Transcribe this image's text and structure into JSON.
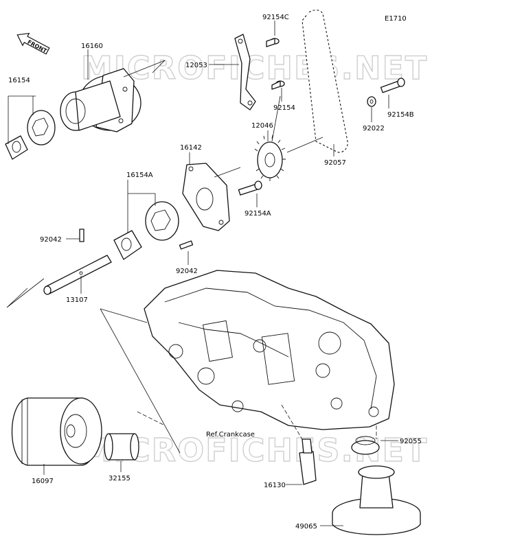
{
  "diagram_code": "E1710",
  "front_label": "FRONT",
  "watermark": "MICROFICHES.NET",
  "reference_label": "Ref.Crankcase",
  "part_labels": {
    "p16160": "16160",
    "p16154": "16154",
    "p12053": "12053",
    "p92154C": "92154C",
    "p92154": "92154",
    "p92154B": "92154B",
    "p92022": "92022",
    "p12046": "12046",
    "p16142": "16142",
    "p92057": "92057",
    "p16154A": "16154A",
    "p92154A": "92154A",
    "p92042a": "92042",
    "p92042b": "92042",
    "p13107": "13107",
    "p92055": "92055",
    "p16130": "16130",
    "p16097": "16097",
    "p32155": "32155",
    "p49065": "49065"
  }
}
